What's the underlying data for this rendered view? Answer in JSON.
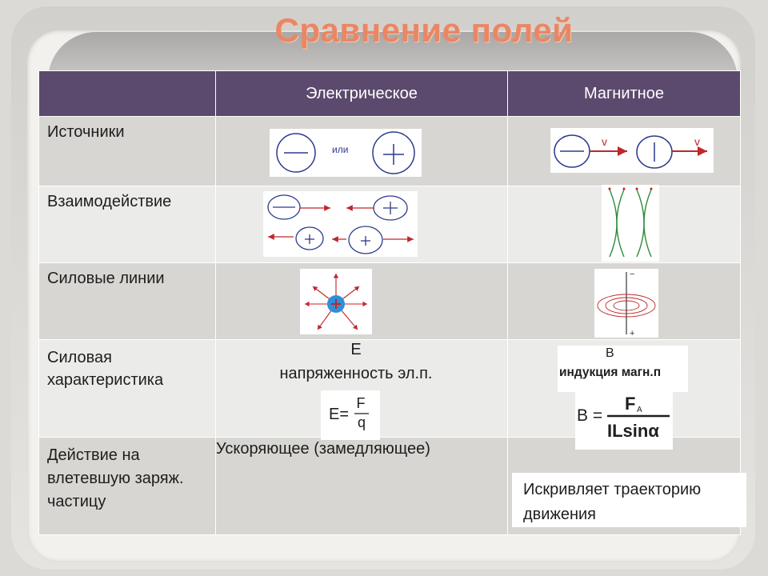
{
  "title": "Сравнение полей",
  "table": {
    "headers": [
      "",
      "Электрическое",
      "Магнитное"
    ],
    "rows": [
      {
        "label": "Источники"
      },
      {
        "label": "Взаимодействие"
      },
      {
        "label": "Силовые линии"
      },
      {
        "label": "Силовая характеристика",
        "electric_symbol": "E",
        "electric_name": "напряженность эл.п.",
        "magnetic_symbol": "В",
        "magnetic_name": "индукция магн.п"
      },
      {
        "label": "Действие на влетевшую заряж. частицу",
        "electric_text": "Ускоряющее (замедляющее)",
        "magnetic_text": "Искривляет траекторию движения"
      }
    ]
  },
  "figures": {
    "sources_connector": "или",
    "velocity_label": "v",
    "pole_minus": "−",
    "pole_plus": "+",
    "formula_e": {
      "lhs": "E=",
      "num": "F",
      "den": "q"
    },
    "formula_b": {
      "lhs": "B =",
      "num": "F",
      "num_sub": "A",
      "den": "ILsinα"
    }
  },
  "colors": {
    "header_bg": "#5c4a6e",
    "row_dark": "#d7d6d2",
    "row_light": "#ebebe9",
    "title": "#e88766",
    "circle_stroke": "#2b3a8c",
    "arrow": "#c0262b",
    "field_line": "#2e8b3a"
  }
}
